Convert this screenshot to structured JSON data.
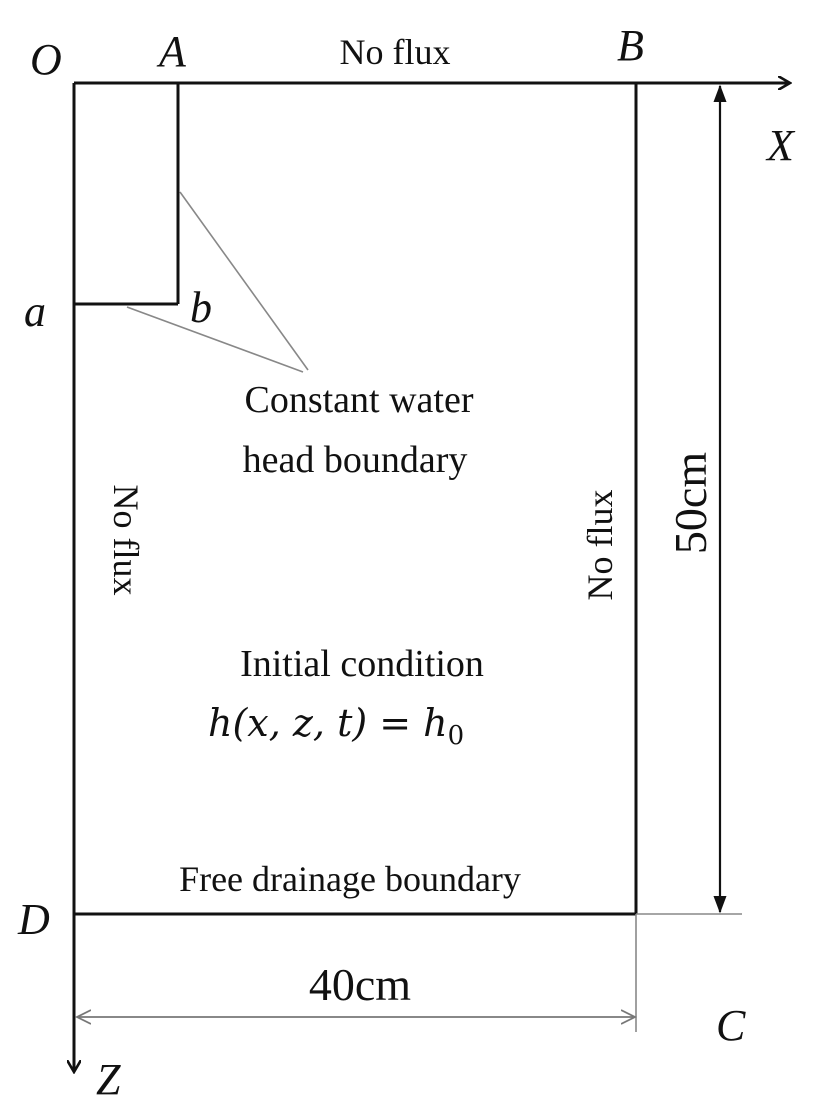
{
  "points": {
    "O": "O",
    "A": "A",
    "B": "B",
    "a": "a",
    "b": "b",
    "C": "C",
    "D": "D"
  },
  "axes": {
    "x": "X",
    "z": "Z"
  },
  "boundaries": {
    "top": "No flux",
    "left": "No flux",
    "right": "No flux",
    "bottom": "Free drainage boundary",
    "constant_head_line1": "Constant water",
    "constant_head_line2": "head boundary"
  },
  "initial_condition": {
    "title": "Initial condition",
    "equation": "h(x, z, t) = h",
    "equation_subscript": "0"
  },
  "dimensions": {
    "height": "50cm",
    "width": "40cm"
  }
}
